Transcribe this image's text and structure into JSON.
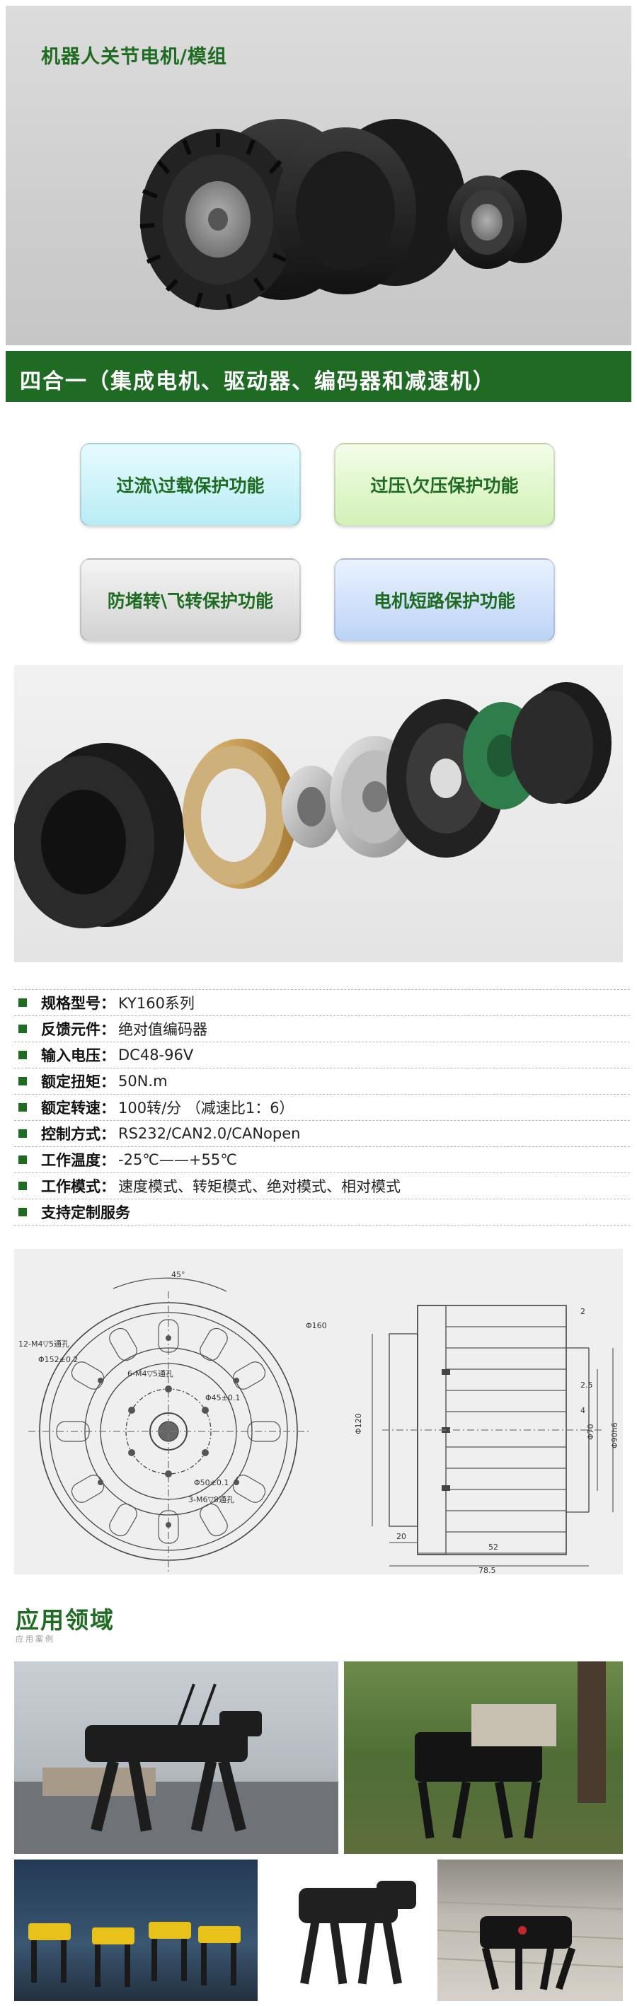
{
  "hero": {
    "title": "机器人关节电机/模组"
  },
  "banner": {
    "text": "四合一（集成电机、驱动器、编码器和减速机）"
  },
  "features": [
    {
      "label": "过流\\过载保护功能"
    },
    {
      "label": "过压\\欠压保护功能"
    },
    {
      "label": "防堵转\\飞转保护功能"
    },
    {
      "label": "电机短路保护功能"
    }
  ],
  "specs": [
    {
      "label": "规格型号：",
      "value": "KY160系列"
    },
    {
      "label": "反馈元件：",
      "value": "绝对值编码器"
    },
    {
      "label": "输入电压：",
      "value": "DC48-96V"
    },
    {
      "label": "额定扭矩：",
      "value": "50N.m"
    },
    {
      "label": "额定转速：",
      "value": "100转/分 （减速比1：6）"
    },
    {
      "label": "控制方式：",
      "value": "RS232/CAN2.0/CANopen"
    },
    {
      "label": "工作温度：",
      "value": "-25℃——+55℃"
    },
    {
      "label": "工作模式：",
      "value": "速度模式、转矩模式、绝对模式、相对模式"
    },
    {
      "label": "支持定制服务",
      "value": ""
    }
  ],
  "drawing": {
    "dims": {
      "angle": "45°",
      "holes_outer": "12-M4▽5通孔",
      "d152": "Φ152±0.2",
      "d160": "Φ160",
      "holes_inner": "6-M4▽5通孔",
      "d45": "Φ45±0.1",
      "d50": "Φ50±0.1",
      "holes_small": "3-M6▽8通孔",
      "d120": "Φ120",
      "d90": "Φ90h6",
      "d70": "Φ70",
      "d2": "2",
      "d25": "2.5",
      "d4": "4",
      "d20": "20",
      "d52": "52",
      "d785": "78.5"
    }
  },
  "application": {
    "title": "应用领域",
    "subtitle": "应用案例"
  },
  "colors": {
    "brand_green": "#1e6b22",
    "banner_green": "#1f6b23"
  }
}
